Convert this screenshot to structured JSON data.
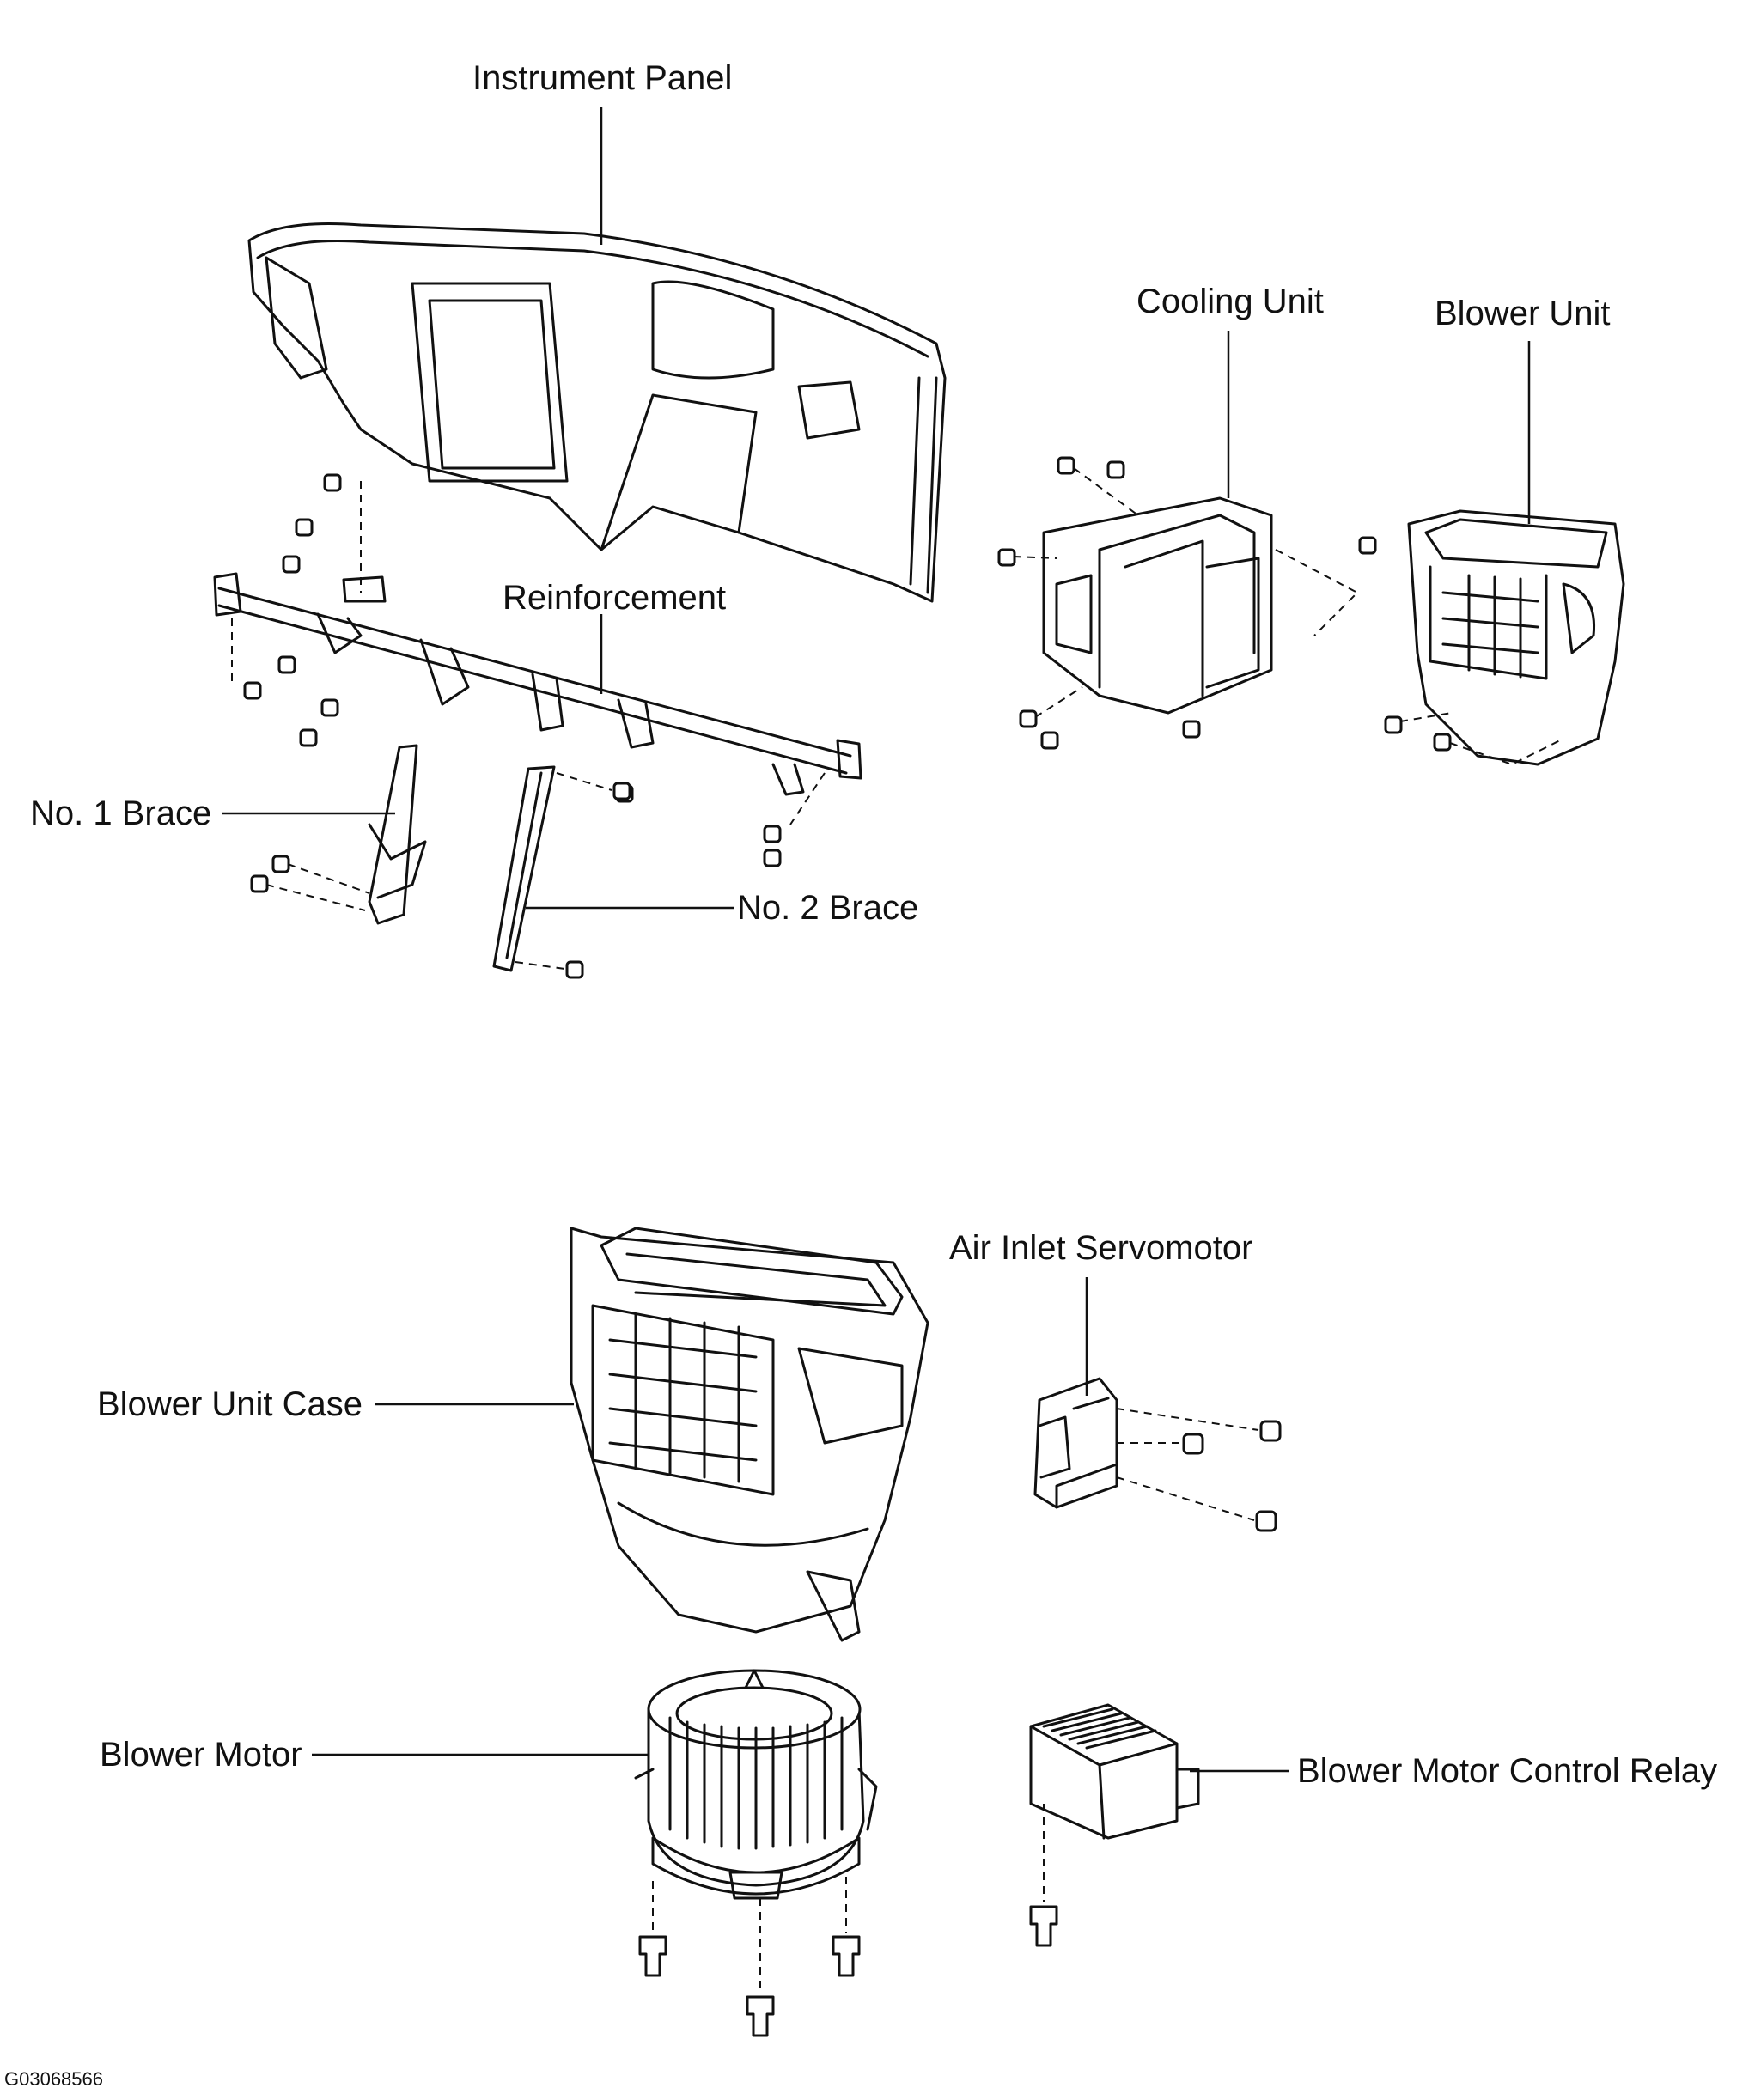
{
  "labels": {
    "instrument_panel": "Instrument Panel",
    "reinforcement": "Reinforcement",
    "cooling_unit": "Cooling Unit",
    "blower_unit": "Blower Unit",
    "no1_brace": "No. 1 Brace",
    "no2_brace": "No. 2 Brace",
    "blower_unit_case": "Blower Unit Case",
    "air_inlet_servomotor": "Air Inlet Servomotor",
    "blower_motor": "Blower Motor",
    "blower_motor_control_relay": "Blower Motor Control Relay"
  },
  "figure_code": "G03068566",
  "colors": {
    "line": "#111111",
    "background": "#ffffff"
  }
}
